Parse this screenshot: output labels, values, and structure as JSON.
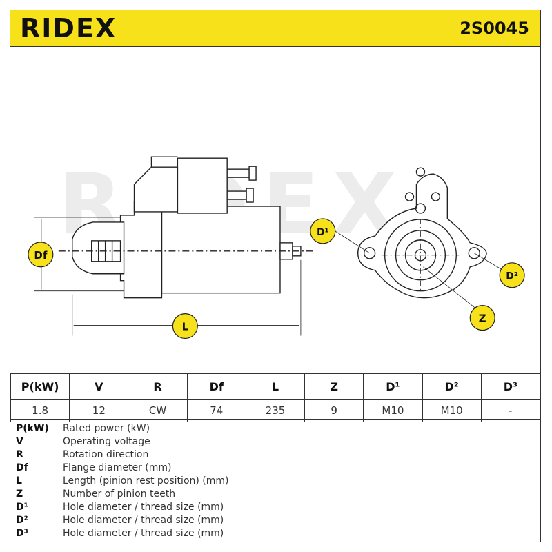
{
  "header": {
    "brand": "RIDEX",
    "part_number": "2S0045"
  },
  "drawing": {
    "labels": {
      "df": "Df",
      "l": "L",
      "d1": "D¹",
      "d2": "D²",
      "z": "Z"
    },
    "accent_color": "#f7e11a",
    "watermark": "RIDEX"
  },
  "spec_table": {
    "headers": [
      "P(kW)",
      "V",
      "R",
      "Df",
      "L",
      "Z",
      "D¹",
      "D²",
      "D³"
    ],
    "values": [
      "1.8",
      "12",
      "CW",
      "74",
      "235",
      "9",
      "M10",
      "M10",
      "-"
    ]
  },
  "legend": [
    {
      "key": "P(kW)",
      "text": "Rated power (kW)"
    },
    {
      "key": "V",
      "text": "Operating voltage"
    },
    {
      "key": "R",
      "text": "Rotation direction"
    },
    {
      "key": "Df",
      "text": "Flange diameter (mm)"
    },
    {
      "key": "L",
      "text": "Length (pinion rest position) (mm)"
    },
    {
      "key": "Z",
      "text": "Number of pinion teeth"
    },
    {
      "key": "D¹",
      "text": "Hole diameter / thread size (mm)"
    },
    {
      "key": "D²",
      "text": "Hole diameter / thread size (mm)"
    },
    {
      "key": "D³",
      "text": "Hole diameter / thread size (mm)"
    }
  ]
}
